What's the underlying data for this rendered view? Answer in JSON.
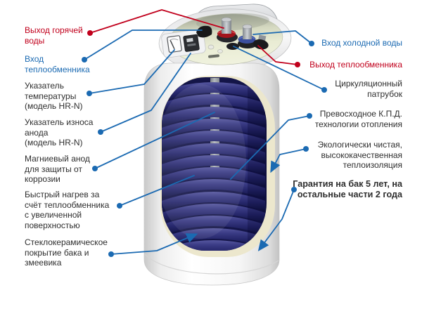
{
  "diagram": {
    "subject": "Схема накопительного водонагревателя (бойлера) в разрезе",
    "colors": {
      "callout_red": "#c1001c",
      "callout_blue": "#1b6ab2",
      "text_dark": "#2e2e2e",
      "coil_navy": "#23246a",
      "insulation_cream": "#ece7cd",
      "top_surface_green": "#e9ecd4",
      "tank_white": "#f9f9f9"
    },
    "labels_left": [
      {
        "id": "hot-water-outlet",
        "text": "Выход горячей\nводы",
        "color": "red"
      },
      {
        "id": "heat-exchanger-inlet",
        "text": "Вход\nтеплообменника",
        "color": "blue"
      },
      {
        "id": "temperature-indicator",
        "text": "Указатель\nтемпературы\n(модель HR-N)",
        "color": "dark"
      },
      {
        "id": "anode-wear-indicator",
        "text": "Указатель износа\nанода\n(модель HR-N)",
        "color": "dark"
      },
      {
        "id": "magnesium-anode",
        "text": "Магниевый анод\nдля защиты от\nкоррозии",
        "color": "dark"
      },
      {
        "id": "fast-heating",
        "text": "Быстрый нагрев за\nсчёт теплообменника\nс увеличенной\nповерхностью",
        "color": "dark"
      },
      {
        "id": "glass-ceramic-coating",
        "text": "Стеклокерамическое\nпокрытие бака и\nзмеевика",
        "color": "dark"
      }
    ],
    "labels_right": [
      {
        "id": "cold-water-inlet",
        "text": "Вход холодной воды",
        "color": "blue"
      },
      {
        "id": "heat-exchanger-outlet",
        "text": "Выход теплообменника",
        "color": "red"
      },
      {
        "id": "circulation-pipe",
        "text": "Циркуляционный\nпатрубок",
        "color": "dark"
      },
      {
        "id": "high-efficiency",
        "text": "Превосходное К.П.Д.\nтехнологии отопления",
        "color": "dark"
      },
      {
        "id": "eco-insulation",
        "text": "Экологически чистая,\nвысококачественная\nтеплоизоляция",
        "color": "dark"
      },
      {
        "id": "warranty",
        "text": "Гарантия на бак 5 лет, на\nостальные части 2 года",
        "color": "dark",
        "bold": true
      }
    ]
  }
}
